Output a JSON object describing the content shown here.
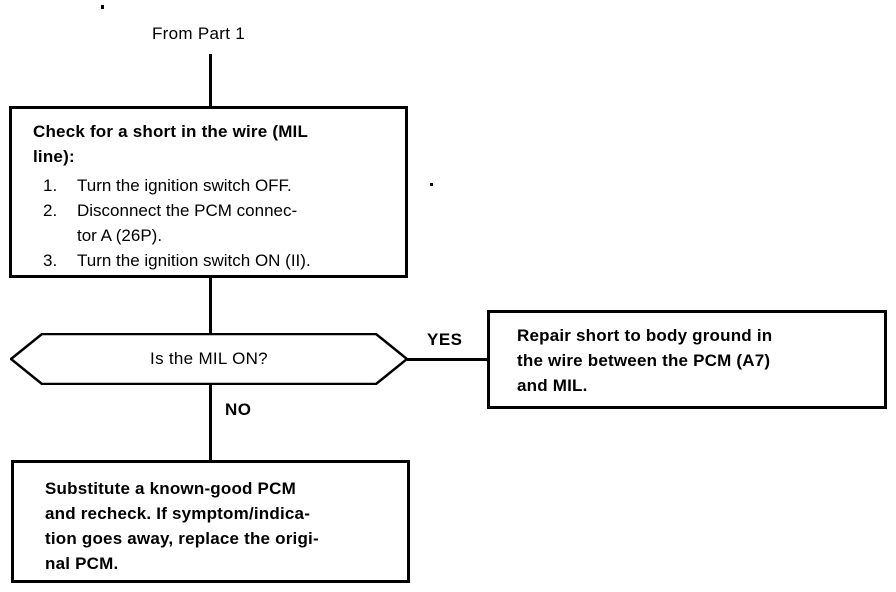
{
  "colors": {
    "ink": "#000000",
    "bg": "#ffffff"
  },
  "flowchart": {
    "entry_label": "From Part 1",
    "step1": {
      "title": "Check for a short in the wire (MIL\nline):",
      "items": [
        {
          "num": "1.",
          "text": "Turn the ignition switch OFF."
        },
        {
          "num": "2.",
          "text": "Disconnect the PCM connec-\ntor A (26P)."
        },
        {
          "num": "3.",
          "text": "Turn the ignition switch ON (II)."
        }
      ]
    },
    "decision": {
      "question": "Is the MIL ON?"
    },
    "branch_yes": {
      "label": "YES",
      "action": "Repair short to body ground in\nthe wire between the PCM (A7)\nand MIL."
    },
    "branch_no": {
      "label": "NO",
      "action": "Substitute a known-good PCM\nand recheck. If symptom/indica-\ntion goes away, replace the origi-\nnal PCM."
    }
  }
}
